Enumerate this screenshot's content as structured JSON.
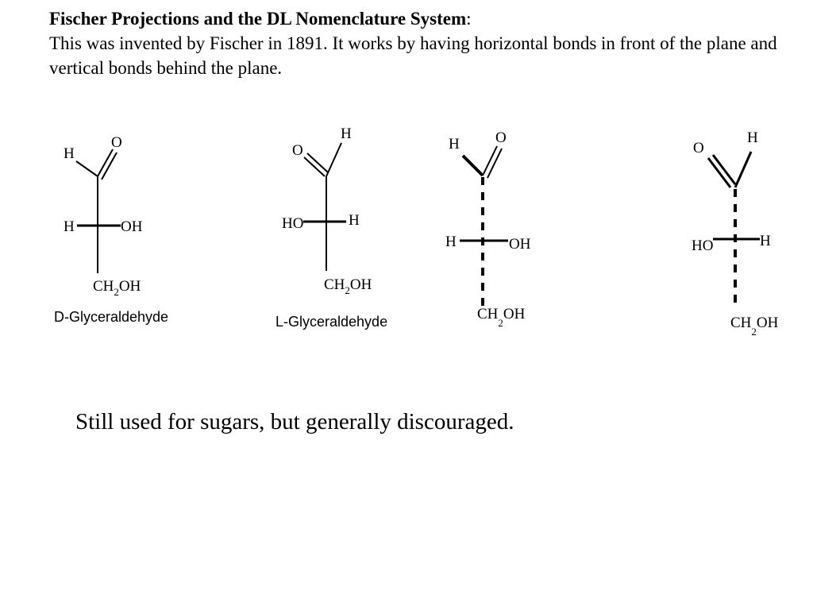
{
  "header": {
    "title": "Fischer Projections and the DL Nomenclature System",
    "title_colon": ":",
    "description": "This was invented by Fischer in 1891. It works by having horizontal bonds in front of the plane and vertical bonds behind the plane."
  },
  "structures": [
    {
      "top_left": "H",
      "top_right": "O",
      "left": "H",
      "right": "OH",
      "bottom_main": "CH",
      "bottom_sub": "2",
      "bottom_tail": "OH",
      "caption": "D-Glyceraldehyde",
      "vertical_bond_style": "solid"
    },
    {
      "top_left": "O",
      "top_right": "H",
      "left": "HO",
      "right": "H",
      "bottom_main": "CH",
      "bottom_sub": "2",
      "bottom_tail": "OH",
      "caption": "L-Glyceraldehyde",
      "vertical_bond_style": "solid"
    },
    {
      "top_left": "H",
      "top_right": "O",
      "left": "H",
      "right": "OH",
      "bottom_main": "CH",
      "bottom_sub": "2",
      "bottom_tail": "OH",
      "caption": "",
      "vertical_bond_style": "dashed"
    },
    {
      "top_left": "O",
      "top_right": "H",
      "left": "HO",
      "right": "H",
      "bottom_main": "CH",
      "bottom_sub": "2",
      "bottom_tail": "OH",
      "caption": "",
      "vertical_bond_style": "dashed"
    }
  ],
  "footer_note": "Still used for sugars, but generally discouraged.",
  "colors": {
    "text": "#000000",
    "background": "#ffffff"
  }
}
